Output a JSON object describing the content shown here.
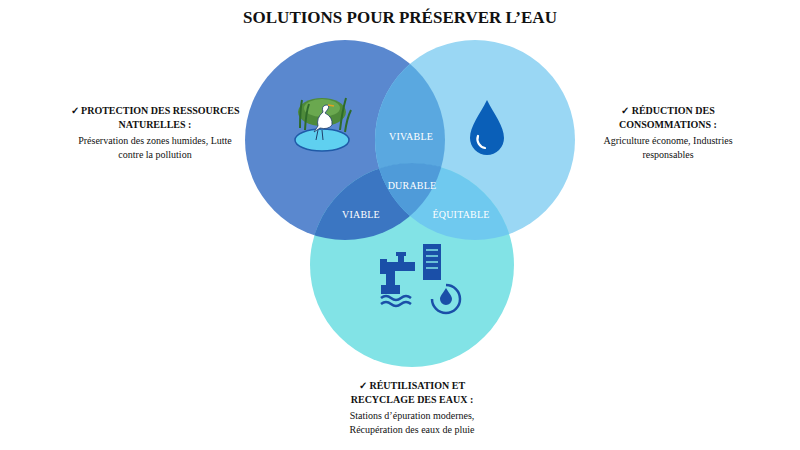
{
  "diagram": {
    "title": "SOLUTIONS POUR PRÉSERVER L’EAU",
    "nodes": [
      {
        "text": [
          "✓ PROTECTION DES RESSOURCES NATURELLES :",
          "Préservation des zones humides, Lutte contre la pollution"
        ]
      },
      {
        "text": [
          "✓ RÉDUCTION DES CONSOMMATIONS :",
          "Agriculture économe, Industries responsables"
        ]
      },
      {
        "text": [
          "✓ RÉUTILISATION ET RECYCLAGE DES EAUX :",
          "Stations d’épuration modernes, Récupération des eaux de pluie"
        ]
      }
    ],
    "labels": [
      "VIVABLE",
      "DURABLE",
      "VIABLE",
      "ÉQUITABLE"
    ]
  }
}
